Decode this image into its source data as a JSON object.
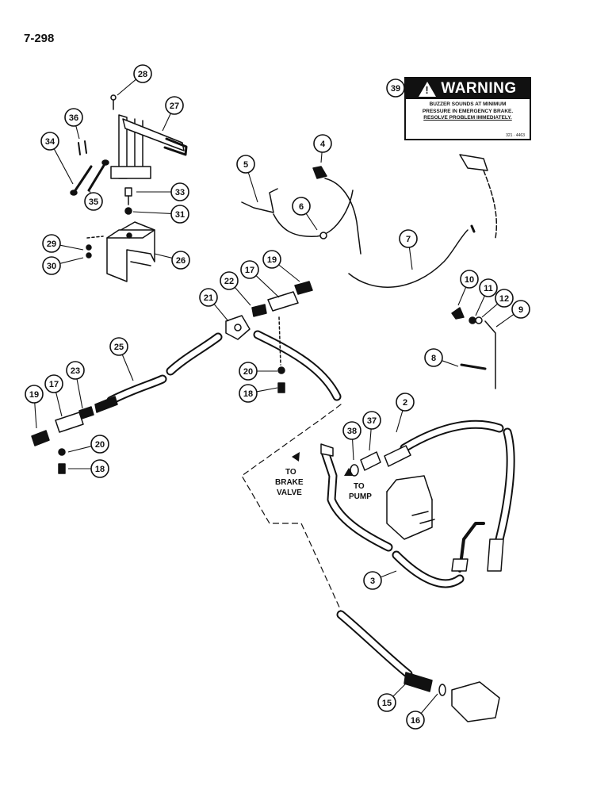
{
  "page_number": "7-298",
  "warning": {
    "title": "WARNING",
    "line1": "BUZZER SOUNDS AT MINIMUM",
    "line2": "PRESSURE IN EMERGENCY BRAKE.",
    "line3": "RESOLVE PROBLEM IMMEDIATELY.",
    "code": "321 · 4463"
  },
  "labels": {
    "to_brake_valve_1": "TO",
    "to_brake_valve_2": "BRAKE",
    "to_brake_valve_3": "VALVE",
    "to_pump_1": "TO",
    "to_pump_2": "PUMP"
  },
  "callouts": [
    "28",
    "27",
    "36",
    "34",
    "35",
    "33",
    "31",
    "29",
    "30",
    "26",
    "39",
    "4",
    "5",
    "6",
    "7",
    "10",
    "11",
    "12",
    "9",
    "8",
    "19",
    "17",
    "22",
    "21",
    "25",
    "20",
    "18",
    "23",
    "17",
    "19",
    "20",
    "18",
    "2",
    "37",
    "38",
    "3",
    "15",
    "16"
  ]
}
